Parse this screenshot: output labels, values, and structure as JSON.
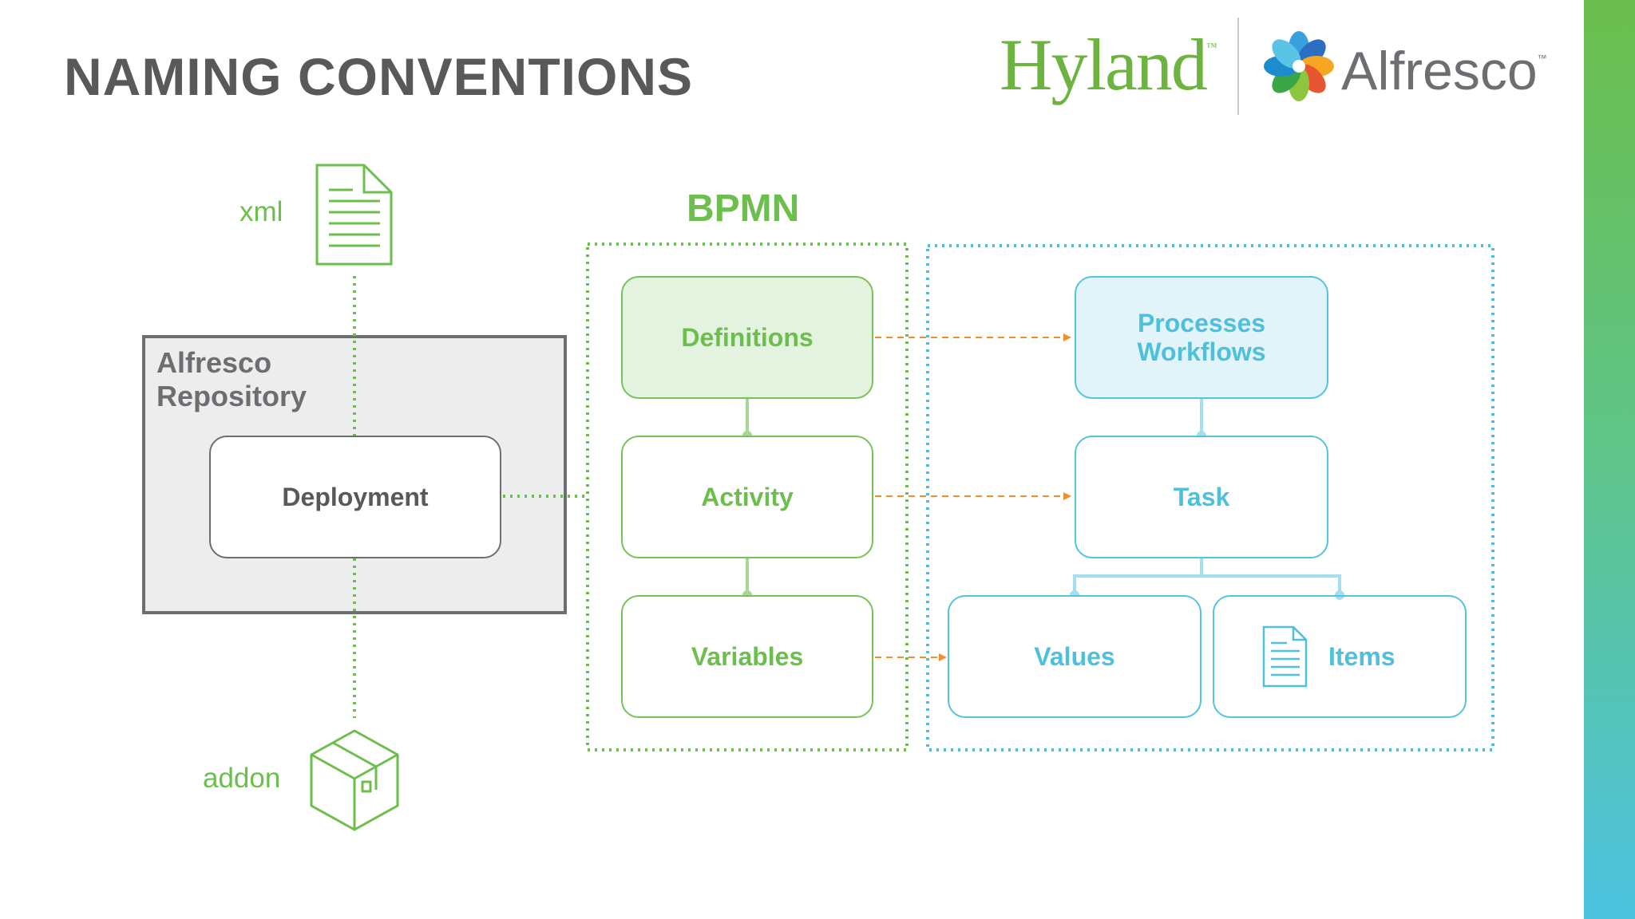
{
  "slide": {
    "title": "NAMING CONVENTIONS",
    "accent_colors": {
      "green": "#6cbf4c",
      "blue": "#4ec0dc",
      "orange": "#f0902a",
      "gray": "#6d6e71"
    }
  },
  "logos": {
    "hyland": "Hyland",
    "hyland_tm": "™",
    "alfresco": "Alfresco",
    "alfresco_tm": "™"
  },
  "diagram": {
    "xml_label": "xml",
    "addon_label": "addon",
    "repository_label_line1": "Alfresco",
    "repository_label_line2": "Repository",
    "deployment": "Deployment",
    "bpmn_title": "BPMN",
    "bpmn_nodes": {
      "definitions": "Definitions",
      "activity": "Activity",
      "variables": "Variables"
    },
    "alfresco_nodes": {
      "processes_line1": "Processes",
      "processes_line2": "Workflows",
      "task": "Task",
      "values": "Values",
      "items": "Items"
    },
    "icons": [
      "document-icon",
      "package-box-icon",
      "alfresco-flower-icon"
    ]
  }
}
